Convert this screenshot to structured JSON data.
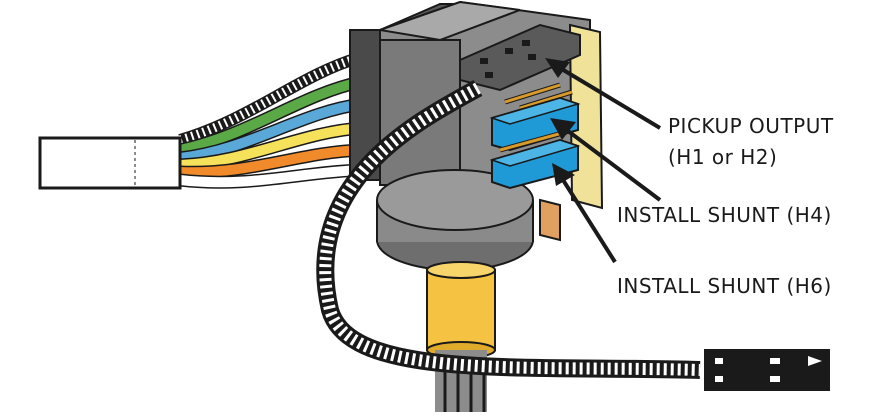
{
  "labels": {
    "pickup_output": "PICKUP OUTPUT",
    "pickup_output_sub": "(H1 or H2)",
    "install_shunt_h4": "INSTALL SHUNT (H4)",
    "install_shunt_h6": "INSTALL SHUNT (H6)"
  },
  "colors": {
    "wire_green": "#5aa846",
    "wire_blue": "#5aa8d8",
    "wire_yellow": "#f5e15a",
    "wire_orange": "#f08a2a",
    "wire_white": "#ffffff",
    "pcb": "#f1e29a",
    "body_gray": "#8c8c8c",
    "shunt_blue": "#1f9ad6",
    "shaft_yellow": "#f5c242",
    "pin_gold": "#d89a2a",
    "outline": "#1a1a1a"
  },
  "icons": {
    "arrow": "arrow-right-icon"
  }
}
